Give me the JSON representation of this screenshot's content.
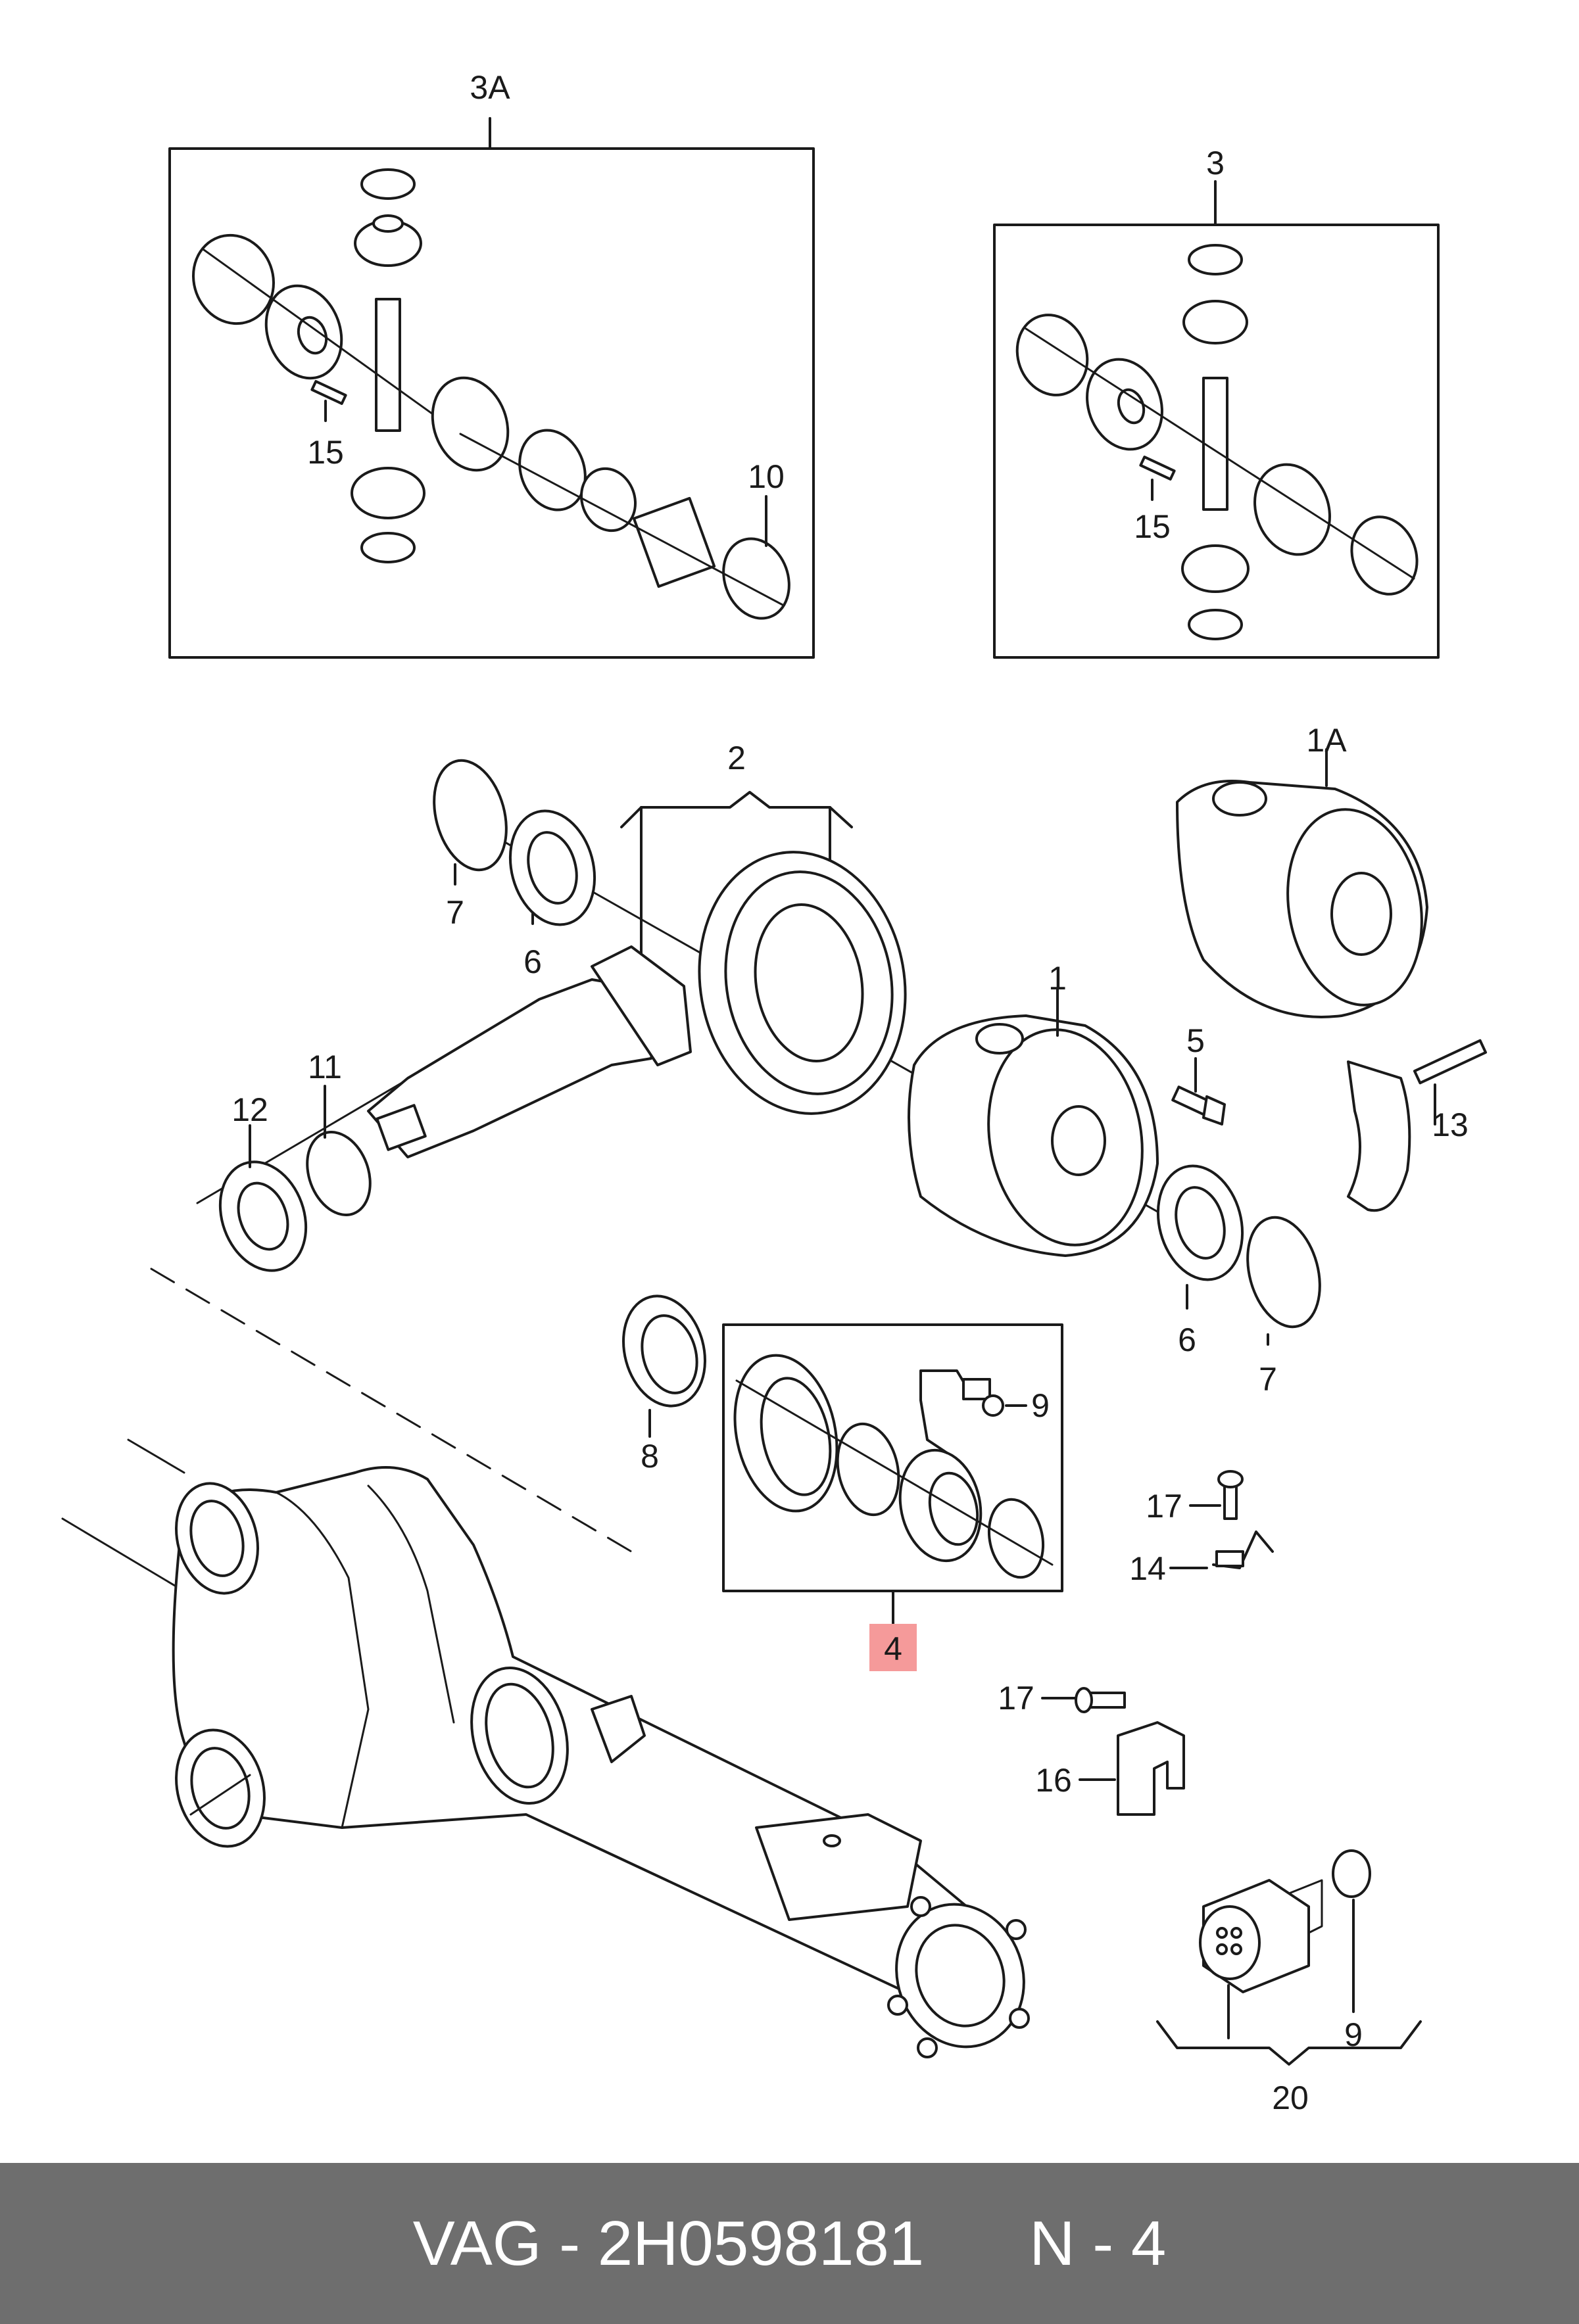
{
  "callouts": {
    "c3A": "3A",
    "c3": "3",
    "c15a": "15",
    "c10": "10",
    "c15b": "15",
    "c2": "2",
    "c1A": "1A",
    "c7a": "7",
    "c6a": "6",
    "c1": "1",
    "c5": "5",
    "c11": "11",
    "c12": "12",
    "c13": "13",
    "c6b": "6",
    "c7b": "7",
    "c8": "8",
    "c9a": "9",
    "c4": "4",
    "c17a": "17",
    "c14": "14",
    "c17b": "17",
    "c16": "16",
    "c9b": "9",
    "c20": "20"
  },
  "highlight": {
    "callout": "4",
    "color": "#f59a9a"
  },
  "footer": {
    "brand": "VAG",
    "sep1": " - ",
    "part_number": "2H0598181",
    "ref": "N - 4"
  },
  "colors": {
    "footer_bg": "#6e6e6e",
    "footer_text": "#ffffff",
    "line": "#1a1a1a"
  }
}
